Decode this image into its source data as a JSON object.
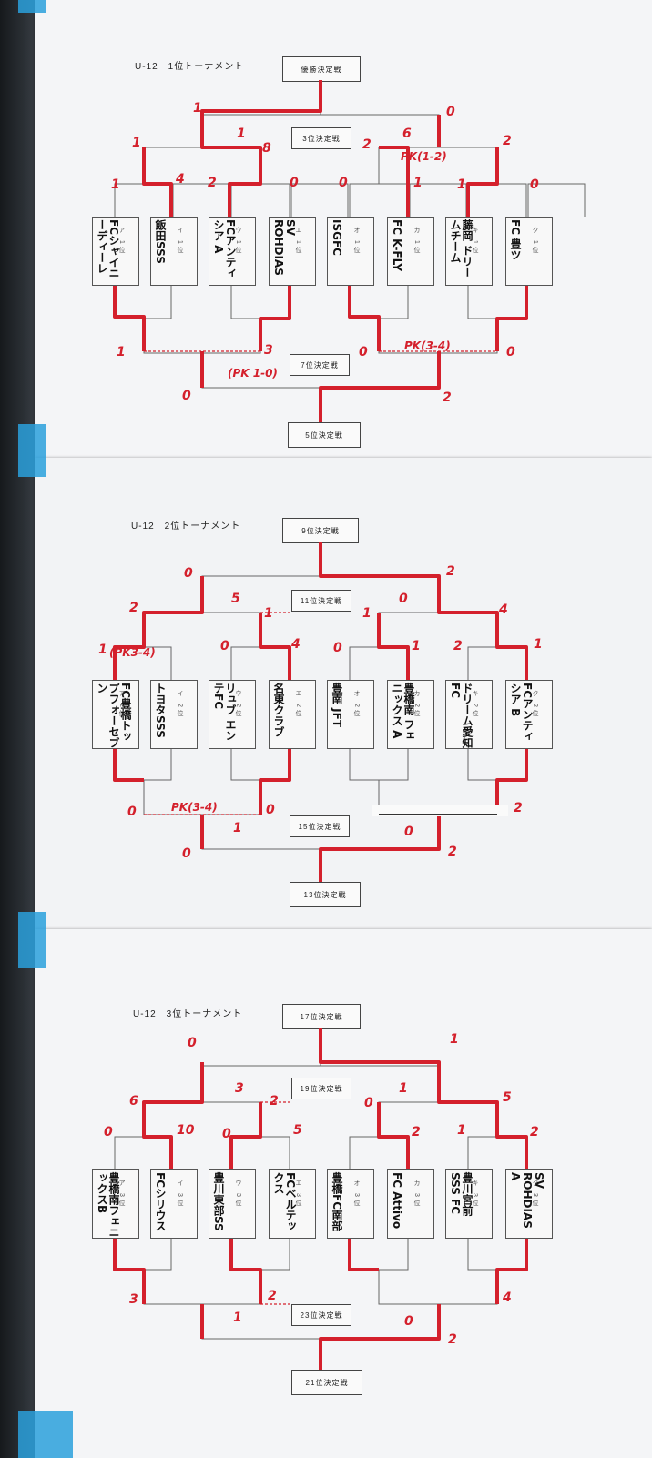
{
  "sheet1": {
    "title": "U-12　1位トーナメント",
    "top_box": "優勝決定戦",
    "mid_box": "3位決定戦",
    "low_box": "7位決定戦",
    "bottom_box": "5位決定戦",
    "teams": [
      {
        "letter": "ア",
        "rank": "1位",
        "name": "FCシャイニーディーレ"
      },
      {
        "letter": "イ",
        "rank": "1位",
        "name": "飯田SSS"
      },
      {
        "letter": "ウ",
        "rank": "1位",
        "name": "FCアンティシア A"
      },
      {
        "letter": "エ",
        "rank": "1位",
        "name": "SV ROHDIAS"
      },
      {
        "letter": "オ",
        "rank": "1位",
        "name": "ISGFC"
      },
      {
        "letter": "カ",
        "rank": "1位",
        "name": "FC K-FLY"
      },
      {
        "letter": "キ",
        "rank": "1位",
        "name": "藤岡 ドリームチーム"
      },
      {
        "letter": "ク",
        "rank": "1位",
        "name": "FC 豊ツ"
      }
    ],
    "scores": [
      "1",
      "0",
      "1",
      "8",
      "2",
      "6",
      "2",
      "1",
      "4",
      "2",
      "0",
      "0",
      "1",
      "1",
      "0",
      "1",
      "3",
      "0",
      "1",
      "0",
      "2",
      "0"
    ],
    "pk_notes": [
      "PK(1-2)",
      "(PK 1-0)",
      "PK(3-4)"
    ]
  },
  "sheet2": {
    "title": "U-12　2位トーナメント",
    "top_box": "9位決定戦",
    "mid_box": "11位決定戦",
    "low_box": "15位決定戦",
    "bottom_box": "13位決定戦",
    "teams": [
      {
        "letter": "ア",
        "rank": "2位",
        "name": "FC豊橋トップフォーセブン"
      },
      {
        "letter": "イ",
        "rank": "2位",
        "name": "トヨタSSS"
      },
      {
        "letter": "ウ",
        "rank": "2位",
        "name": "リュブ エンテFC"
      },
      {
        "letter": "エ",
        "rank": "2位",
        "name": "名東クラブ"
      },
      {
        "letter": "オ",
        "rank": "2位",
        "name": "豊南 JFT"
      },
      {
        "letter": "カ",
        "rank": "2位",
        "name": "豊橋南 フェニックス A"
      },
      {
        "letter": "キ",
        "rank": "2位",
        "name": "ドリーム愛知FC"
      },
      {
        "letter": "ク",
        "rank": "2位",
        "name": "FCアンティシア B"
      }
    ],
    "scores": [
      "0",
      "2",
      "5",
      "0",
      "1",
      "2",
      "4",
      "1",
      "1",
      "0",
      "4",
      "0",
      "1",
      "2",
      "1",
      "0",
      "0",
      "2",
      "1",
      "0",
      "0",
      "2"
    ],
    "pk_notes": [
      "(PK3-4)",
      "PK(3-4)"
    ]
  },
  "sheet3": {
    "title": "U-12　3位トーナメント",
    "top_box": "17位決定戦",
    "mid_box": "19位決定戦",
    "low_box": "23位決定戦",
    "bottom_box": "21位決定戦",
    "teams": [
      {
        "letter": "ア",
        "rank": "3位",
        "name": "豊橋南フェニックスB"
      },
      {
        "letter": "イ",
        "rank": "3位",
        "name": "FCシリウス"
      },
      {
        "letter": "ウ",
        "rank": "3位",
        "name": "豊川東部SS"
      },
      {
        "letter": "エ",
        "rank": "3位",
        "name": "FCベルテックス"
      },
      {
        "letter": "オ",
        "rank": "3位",
        "name": "豊橋FC南部"
      },
      {
        "letter": "カ",
        "rank": "3位",
        "name": "FC Attivo"
      },
      {
        "letter": "キ",
        "rank": "3位",
        "name": "豊川宮前SSS FC"
      },
      {
        "letter": "ク",
        "rank": "3位",
        "name": "SV ROHDIAS A"
      }
    ],
    "scores": [
      "0",
      "1",
      "3",
      "2",
      "1",
      "6",
      "5",
      "0",
      "10",
      "0",
      "5",
      "0",
      "2",
      "1",
      "2",
      "3",
      "2",
      "1",
      "0",
      "4",
      "2"
    ],
    "pk_notes": []
  },
  "colors": {
    "ink_red": "#d4202c",
    "paper": "#f4f5f7",
    "tape": "#2aa0dc"
  }
}
